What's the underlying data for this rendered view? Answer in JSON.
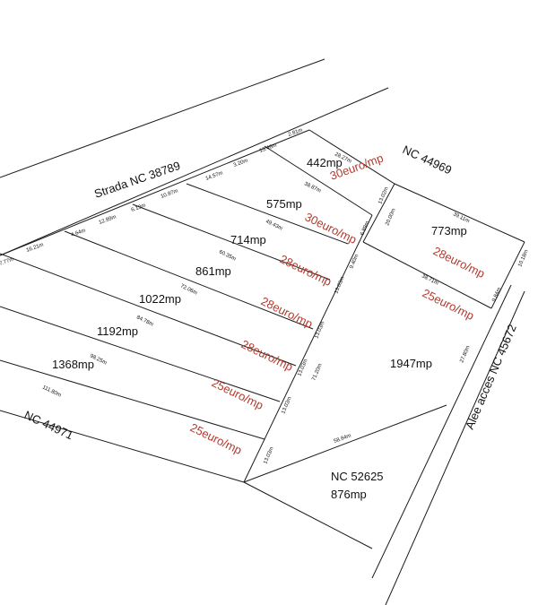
{
  "streets": {
    "strada": "Strada NC 38789",
    "nc_top_right": "NC 44969",
    "nc_bottom_left": "NC 44971",
    "alee": "Alee acces NC 45672"
  },
  "lots": [
    {
      "area": "442mp",
      "price": "30euro/mp"
    },
    {
      "area": "575mp",
      "price": "30euro/mp"
    },
    {
      "area": "714mp",
      "price": "28euro/mp"
    },
    {
      "area": "861mp",
      "price": "28euro/mp"
    },
    {
      "area": "1022mp",
      "price": "28euro/mp"
    },
    {
      "area": "1192mp",
      "price": "25euro/mp"
    },
    {
      "area": "1368mp",
      "price": "25euro/mp"
    },
    {
      "area": "773mp",
      "price": "28euro/mp"
    },
    {
      "area": "1947mp",
      "price": "25euro/mp"
    }
  ],
  "nc_52625": {
    "id": "NC 52625",
    "area": "876mp"
  },
  "dims": {
    "front": [
      "2.81m",
      "13.46m",
      "3.20m",
      "14.57m",
      "10.87m",
      "6.13m",
      "12.89m",
      "4.64m",
      "16.21m",
      "7.77m"
    ],
    "depth": [
      "28.27m",
      "38.87m",
      "49.43m",
      "60.35m",
      "72.06m",
      "84.78m",
      "98.25m",
      "111.80m"
    ],
    "diag": [
      "13.02m",
      "6.89m",
      "9.40m",
      "13.03m",
      "13.03m",
      "13.03m",
      "13.03m",
      "13.03m"
    ],
    "right": [
      "39.11m",
      "38.71m",
      "10.18m",
      "9.84m",
      "20.00m",
      "71.20m",
      "27.80m",
      "58.84m"
    ]
  }
}
